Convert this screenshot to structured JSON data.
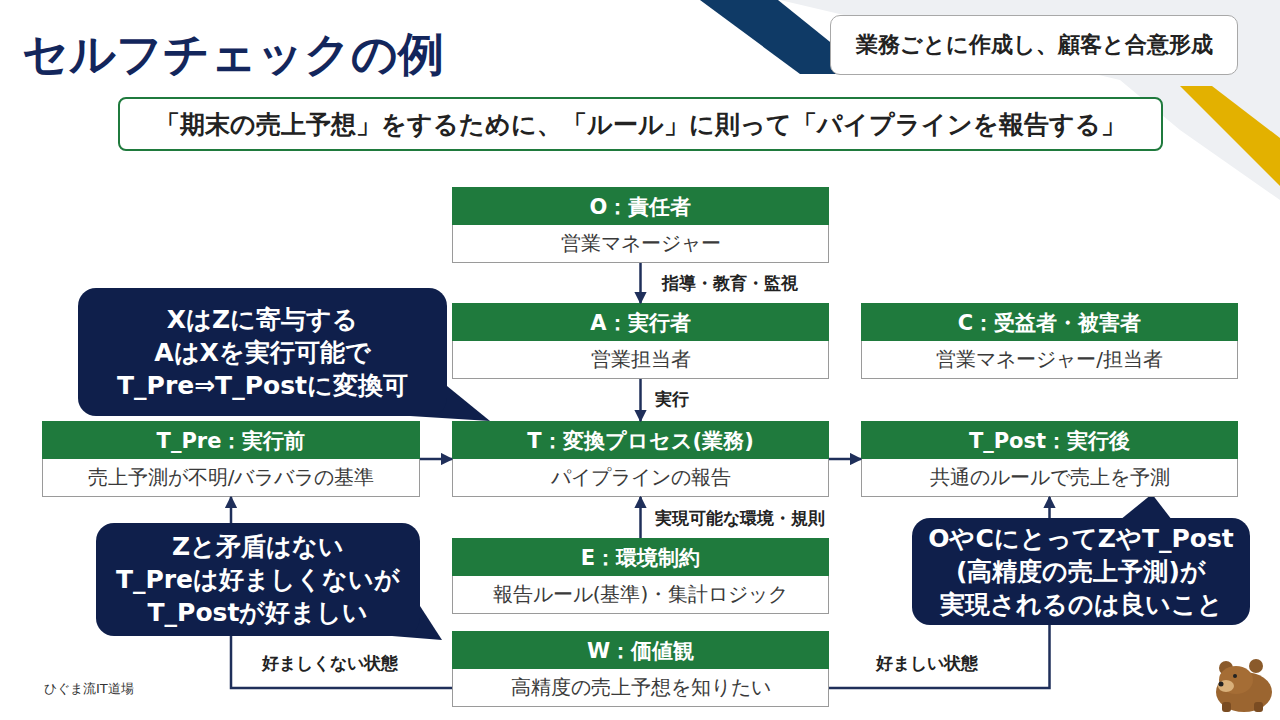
{
  "diagram": {
    "title": "セルフチェックの例",
    "nodes": [
      {
        "text": [
          "業務ごとに作成し、顧客と合意形成"
        ]
      },
      {
        "text": [
          "「期末の売上予想」をするために、「ルール」に則って「パイプラインを報告する」"
        ]
      },
      {
        "text": [
          "O：責任者",
          "営業マネージャー"
        ]
      },
      {
        "text": [
          "XはZに寄与する AはXを実行可能で T_Pre⇒T_Postに変換可"
        ]
      },
      {
        "text": [
          "A：実行者",
          "営業担当者"
        ]
      },
      {
        "text": [
          "C：受益者・被害者",
          "営業マネージャー/担当者"
        ]
      },
      {
        "text": [
          "T_Pre：実行前",
          "売上予測が不明/バラバラの基準"
        ]
      },
      {
        "text": [
          "T：変換プロセス(業務)",
          "パイプラインの報告"
        ]
      },
      {
        "text": [
          "T_Post：実行後",
          "共通のルールで売上を予測"
        ]
      },
      {
        "text": [
          "OやCにとってZやT_Post (高精度の売上予測)が 実現されるのは良いこと"
        ]
      },
      {
        "text": [
          "Zと矛盾はない T_Preは好ましくないが T_Postが好ましい"
        ]
      },
      {
        "text": [
          "E：環境制約",
          "報告ルール(基準)・集計ロジック"
        ]
      },
      {
        "text": [
          "W：価値観",
          "高精度の売上予想を知りたい"
        ]
      }
    ],
    "edges": [
      {
        "from": 2,
        "to": 4,
        "label": "指導・教育・監視",
        "arrow": "to"
      },
      {
        "from": 4,
        "to": 7,
        "label": "実行",
        "arrow": "to"
      },
      {
        "from": 6,
        "to": 7,
        "arrow": "to"
      },
      {
        "from": 7,
        "to": 8,
        "arrow": "to"
      },
      {
        "from": 11,
        "to": 7,
        "label": "実現可能な環境・規則",
        "arrow": "to"
      },
      {
        "from": 12,
        "to": 6,
        "label": "好ましくない状態",
        "arrow": "to"
      },
      {
        "from": 12,
        "to": 8,
        "label": "好ましい状態",
        "arrow": "to"
      }
    ],
    "labels": [
      "ひぐま流IT道場"
    ]
  }
}
